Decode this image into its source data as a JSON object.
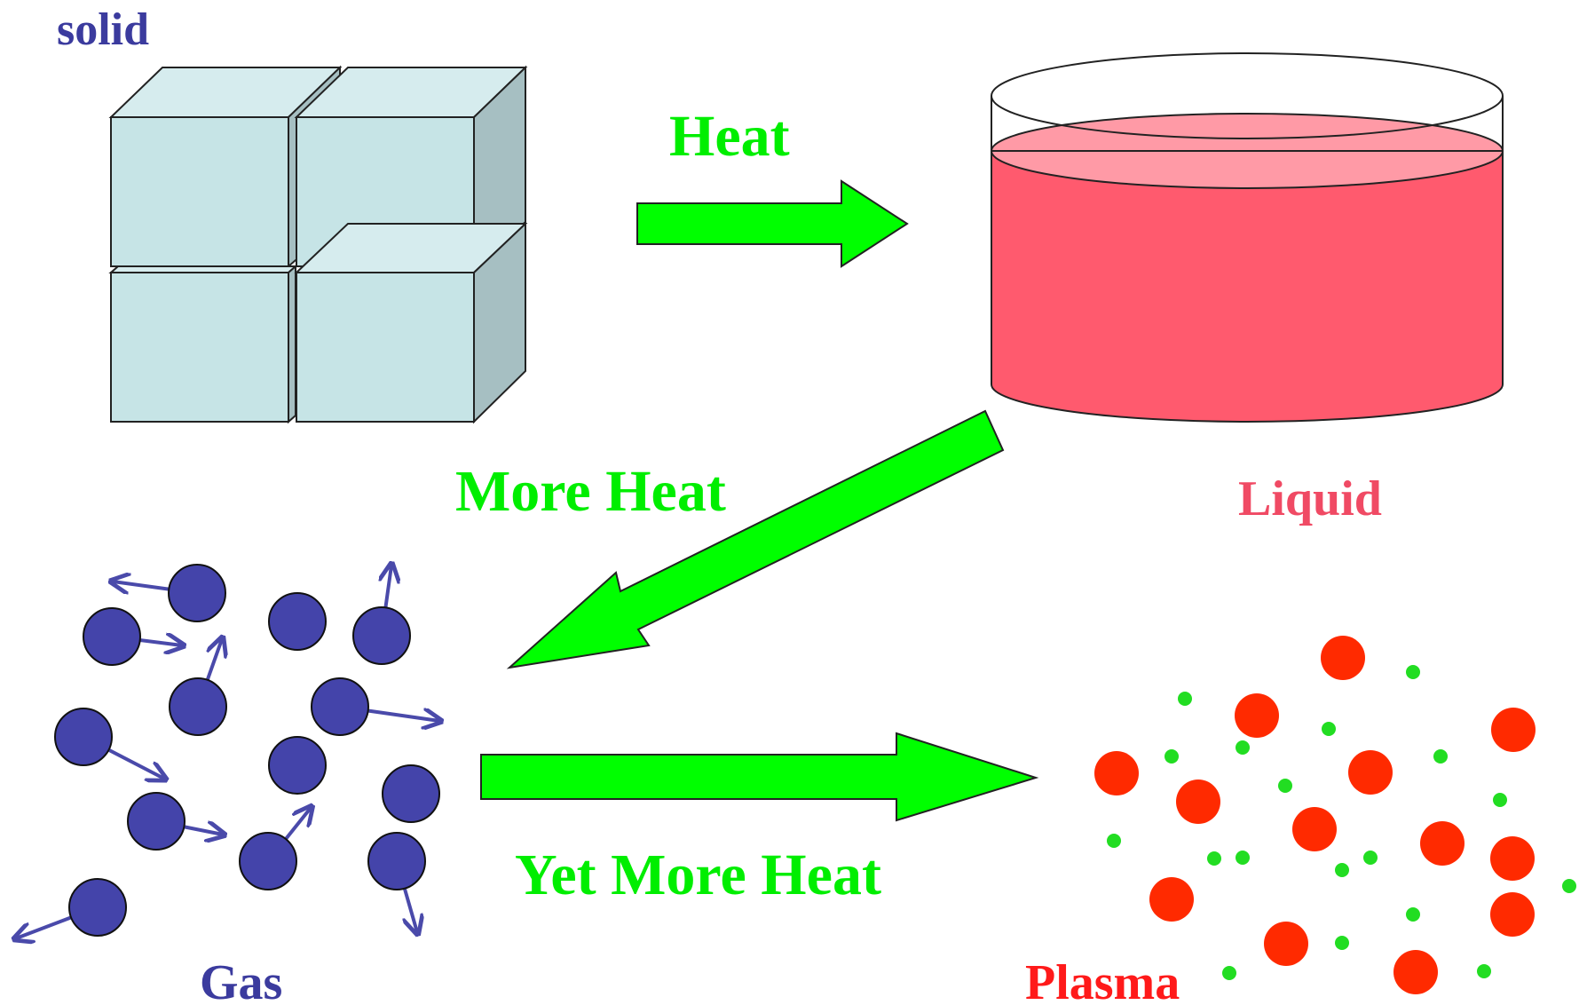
{
  "labels": {
    "solid": "solid",
    "liquid": "Liquid",
    "gas": "Gas",
    "plasma": "Plasma",
    "heat": "Heat",
    "more_heat": "More Heat",
    "yet_more_heat": "Yet More Heat"
  },
  "colors": {
    "solid_label": "#3b3b9e",
    "gas_label": "#3b3b9e",
    "liquid_label": "#f04a64",
    "plasma_label": "#ff1a1a",
    "heat_text": "#00ee00",
    "arrow_fill": "#00ff00",
    "cube_front": "#c6e4e6",
    "cube_top": "#d6ecee",
    "cube_side": "#a6bfc2",
    "liquid_body": "#ff5a6e",
    "liquid_surface": "#ff9aa6",
    "gas_particle": "#4444aa",
    "plasma_ion": "#ff2a00",
    "plasma_electron": "#22dd22"
  }
}
